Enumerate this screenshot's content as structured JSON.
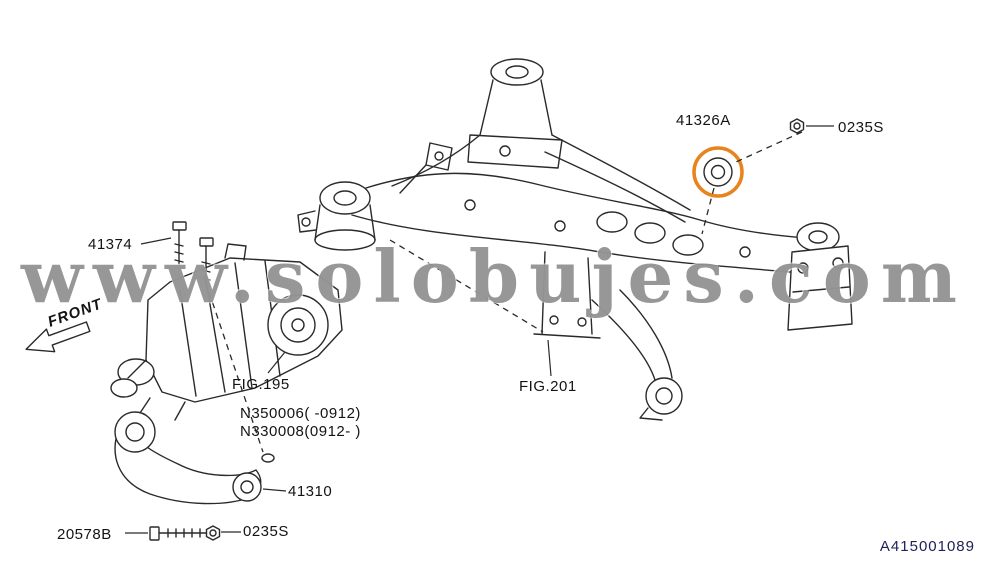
{
  "watermark": {
    "text": "www.solobujes.com"
  },
  "doc_code": "A415001089",
  "front_arrow": {
    "label": "FRONT"
  },
  "colors": {
    "line": "#2a2a2a",
    "highlight_circle": "#e8831d",
    "watermark": "#7a7a7a",
    "doc_code": "#20205a"
  },
  "parts": {
    "p41326A": {
      "label": "41326A"
    },
    "nut_top": {
      "label": "0235S"
    },
    "p41374": {
      "label": "41374"
    },
    "fig195": {
      "label": "FIG.195"
    },
    "fig201": {
      "label": "FIG.201"
    },
    "n350006": {
      "label": "N350006(  -0912)"
    },
    "n330008": {
      "label": "N330008(0912-  )"
    },
    "p41310": {
      "label": "41310"
    },
    "p20578B": {
      "label": "20578B"
    },
    "nut_bottom": {
      "label": "0235S"
    }
  }
}
